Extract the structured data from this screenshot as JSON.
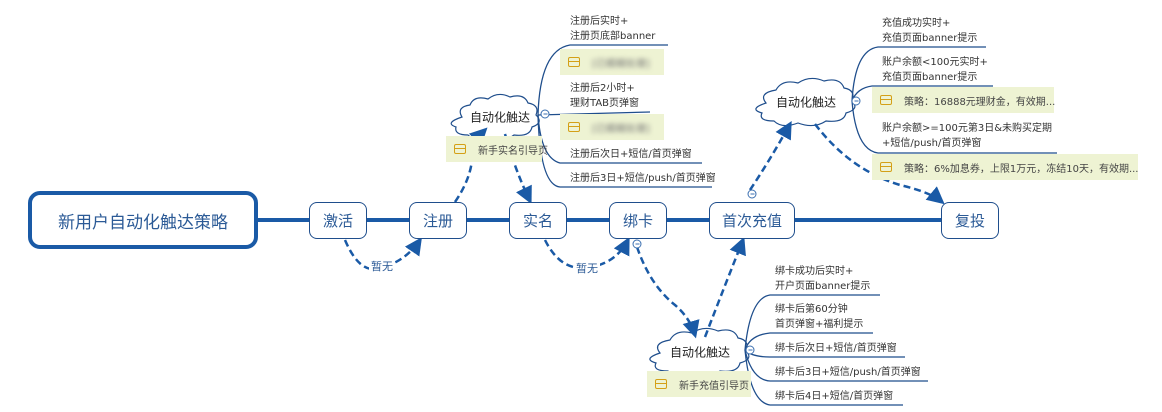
{
  "root": {
    "label": "新用户自动化触达策略"
  },
  "stages": [
    {
      "id": "activate",
      "label": "激活"
    },
    {
      "id": "register",
      "label": "注册"
    },
    {
      "id": "realname",
      "label": "实名"
    },
    {
      "id": "bindcard",
      "label": "绑卡"
    },
    {
      "id": "first_recharge",
      "label": "首次充值"
    },
    {
      "id": "reinvest",
      "label": "复投"
    }
  ],
  "edge_labels": {
    "activate_to_register": "暂无",
    "realname_to_bindcard": "暂无"
  },
  "clouds": {
    "register": {
      "label": "自动化触达",
      "note": "新手实名引导页",
      "leaves": [
        "注册后实时+\n注册页底部banner",
        "注册后2小时+\n理财TAB页弹窗",
        "注册后次日+短信/首页弹窗",
        "注册后3日+短信/push/首页弹窗"
      ],
      "strategy_notes": [
        "[已模糊处理]",
        "[已模糊处理]"
      ]
    },
    "recharge": {
      "label": "自动化触达",
      "leaves": [
        "充值成功实时+\n充值页面banner提示",
        "账户余额<100元实时+\n充值页面banner提示",
        "账户余额>=100元第3日&未购买定期\n+短信/push/首页弹窗"
      ],
      "strategy_notes": [
        "策略：16888元理财金，有效期...",
        "策略：6%加息券，上限1万元，冻结10天，有效期..."
      ]
    },
    "bindcard": {
      "label": "自动化触达",
      "note": "新手充值引导页",
      "leaves": [
        "绑卡成功后实时+\n开户页面banner提示",
        "绑卡后第60分钟\n首页弹窗+福利提示",
        "绑卡后次日+短信/首页弹窗",
        "绑卡后3日+短信/push/首页弹窗",
        "绑卡后4日+短信/首页弹窗"
      ]
    }
  },
  "colors": {
    "main_line": "#1a5aa6",
    "node_border": "#1f4e8c",
    "note_bg": "#eef3d3",
    "note_icon": "#d4a017"
  }
}
